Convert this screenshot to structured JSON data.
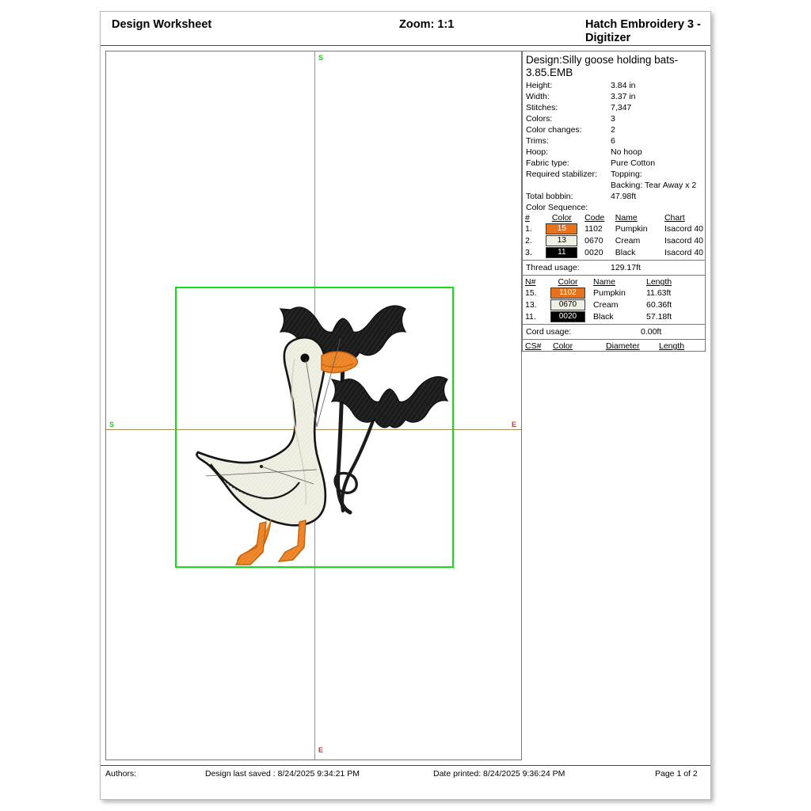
{
  "header": {
    "worksheet_title": "Design Worksheet",
    "zoom_label": "Zoom:  1:1",
    "app_title": "Hatch Embroidery 3 - Digitizer"
  },
  "canvas": {
    "axis_markers": {
      "top": "S",
      "left": "S",
      "right": "E",
      "bottom": "E"
    }
  },
  "info": {
    "design_name": "Design:Silly goose holding bats-3.85.EMB",
    "properties": [
      {
        "key": "Height:",
        "value": "3.84 in"
      },
      {
        "key": "Width:",
        "value": "3.37 in"
      },
      {
        "key": "Stitches:",
        "value": "7,347"
      },
      {
        "key": "Colors:",
        "value": "3"
      },
      {
        "key": "Color changes:",
        "value": "2"
      },
      {
        "key": "Trims:",
        "value": "6"
      },
      {
        "key": "Hoop:",
        "value": "No hoop"
      },
      {
        "key": "Fabric type:",
        "value": "Pure Cotton"
      }
    ],
    "stabilizer": {
      "key": "Required stabilizer:",
      "line1": "Topping:",
      "line2": "Backing: Tear Away x 2"
    },
    "total_bobbin": {
      "key": "Total bobbin:",
      "value": "47.98ft"
    },
    "color_sequence_label": "Color Sequence:",
    "color_sequence": {
      "headers": [
        "#",
        "Color",
        "Code",
        "Name",
        "Chart"
      ],
      "rows": [
        {
          "num": "1.",
          "swatch_text": "15",
          "swatch_bg": "#E8721C",
          "swatch_fg": "#ffffff",
          "code": "1102",
          "name": "Pumpkin",
          "chart": "Isacord 40"
        },
        {
          "num": "2.",
          "swatch_text": "13",
          "swatch_bg": "#EFEFE3",
          "swatch_fg": "#000000",
          "code": "0670",
          "name": "Cream",
          "chart": "Isacord 40"
        },
        {
          "num": "3.",
          "swatch_text": "11",
          "swatch_bg": "#000000",
          "swatch_fg": "#ffffff",
          "code": "0020",
          "name": "Black",
          "chart": "Isacord 40"
        }
      ]
    },
    "thread_usage": {
      "key": "Thread usage:",
      "value": "129.17ft"
    },
    "thread_table": {
      "headers": [
        "N#",
        "Color",
        "Name",
        "Length"
      ],
      "rows": [
        {
          "num": "15.",
          "swatch_text": "1102",
          "swatch_bg": "#E8721C",
          "swatch_fg": "#ffffff",
          "name": "Pumpkin",
          "length": "11.63ft"
        },
        {
          "num": "13.",
          "swatch_text": "0670",
          "swatch_bg": "#EFEFE3",
          "swatch_fg": "#000000",
          "name": "Cream",
          "length": "60.36ft"
        },
        {
          "num": "11.",
          "swatch_text": "0020",
          "swatch_bg": "#000000",
          "swatch_fg": "#ffffff",
          "name": "Black",
          "length": "57.18ft"
        }
      ]
    },
    "cord_usage": {
      "key": "Cord usage:",
      "value": "0.00ft"
    },
    "cord_table": {
      "headers": [
        "CS#",
        "Color",
        "Diameter",
        "Length"
      ]
    }
  },
  "footer": {
    "authors": "Authors:",
    "last_saved": "Design last saved : 8/24/2025 9:34:21 PM",
    "date_printed": "Date printed: 8/24/2025 9:36:24 PM",
    "page": "Page 1 of 2"
  },
  "colors": {
    "pumpkin": "#E8721C",
    "cream": "#EFEFE3",
    "black": "#000000",
    "design_box": "#13e013",
    "guide": "#b08d57",
    "axis_start": "#19d519",
    "axis_end": "#c0392b"
  }
}
